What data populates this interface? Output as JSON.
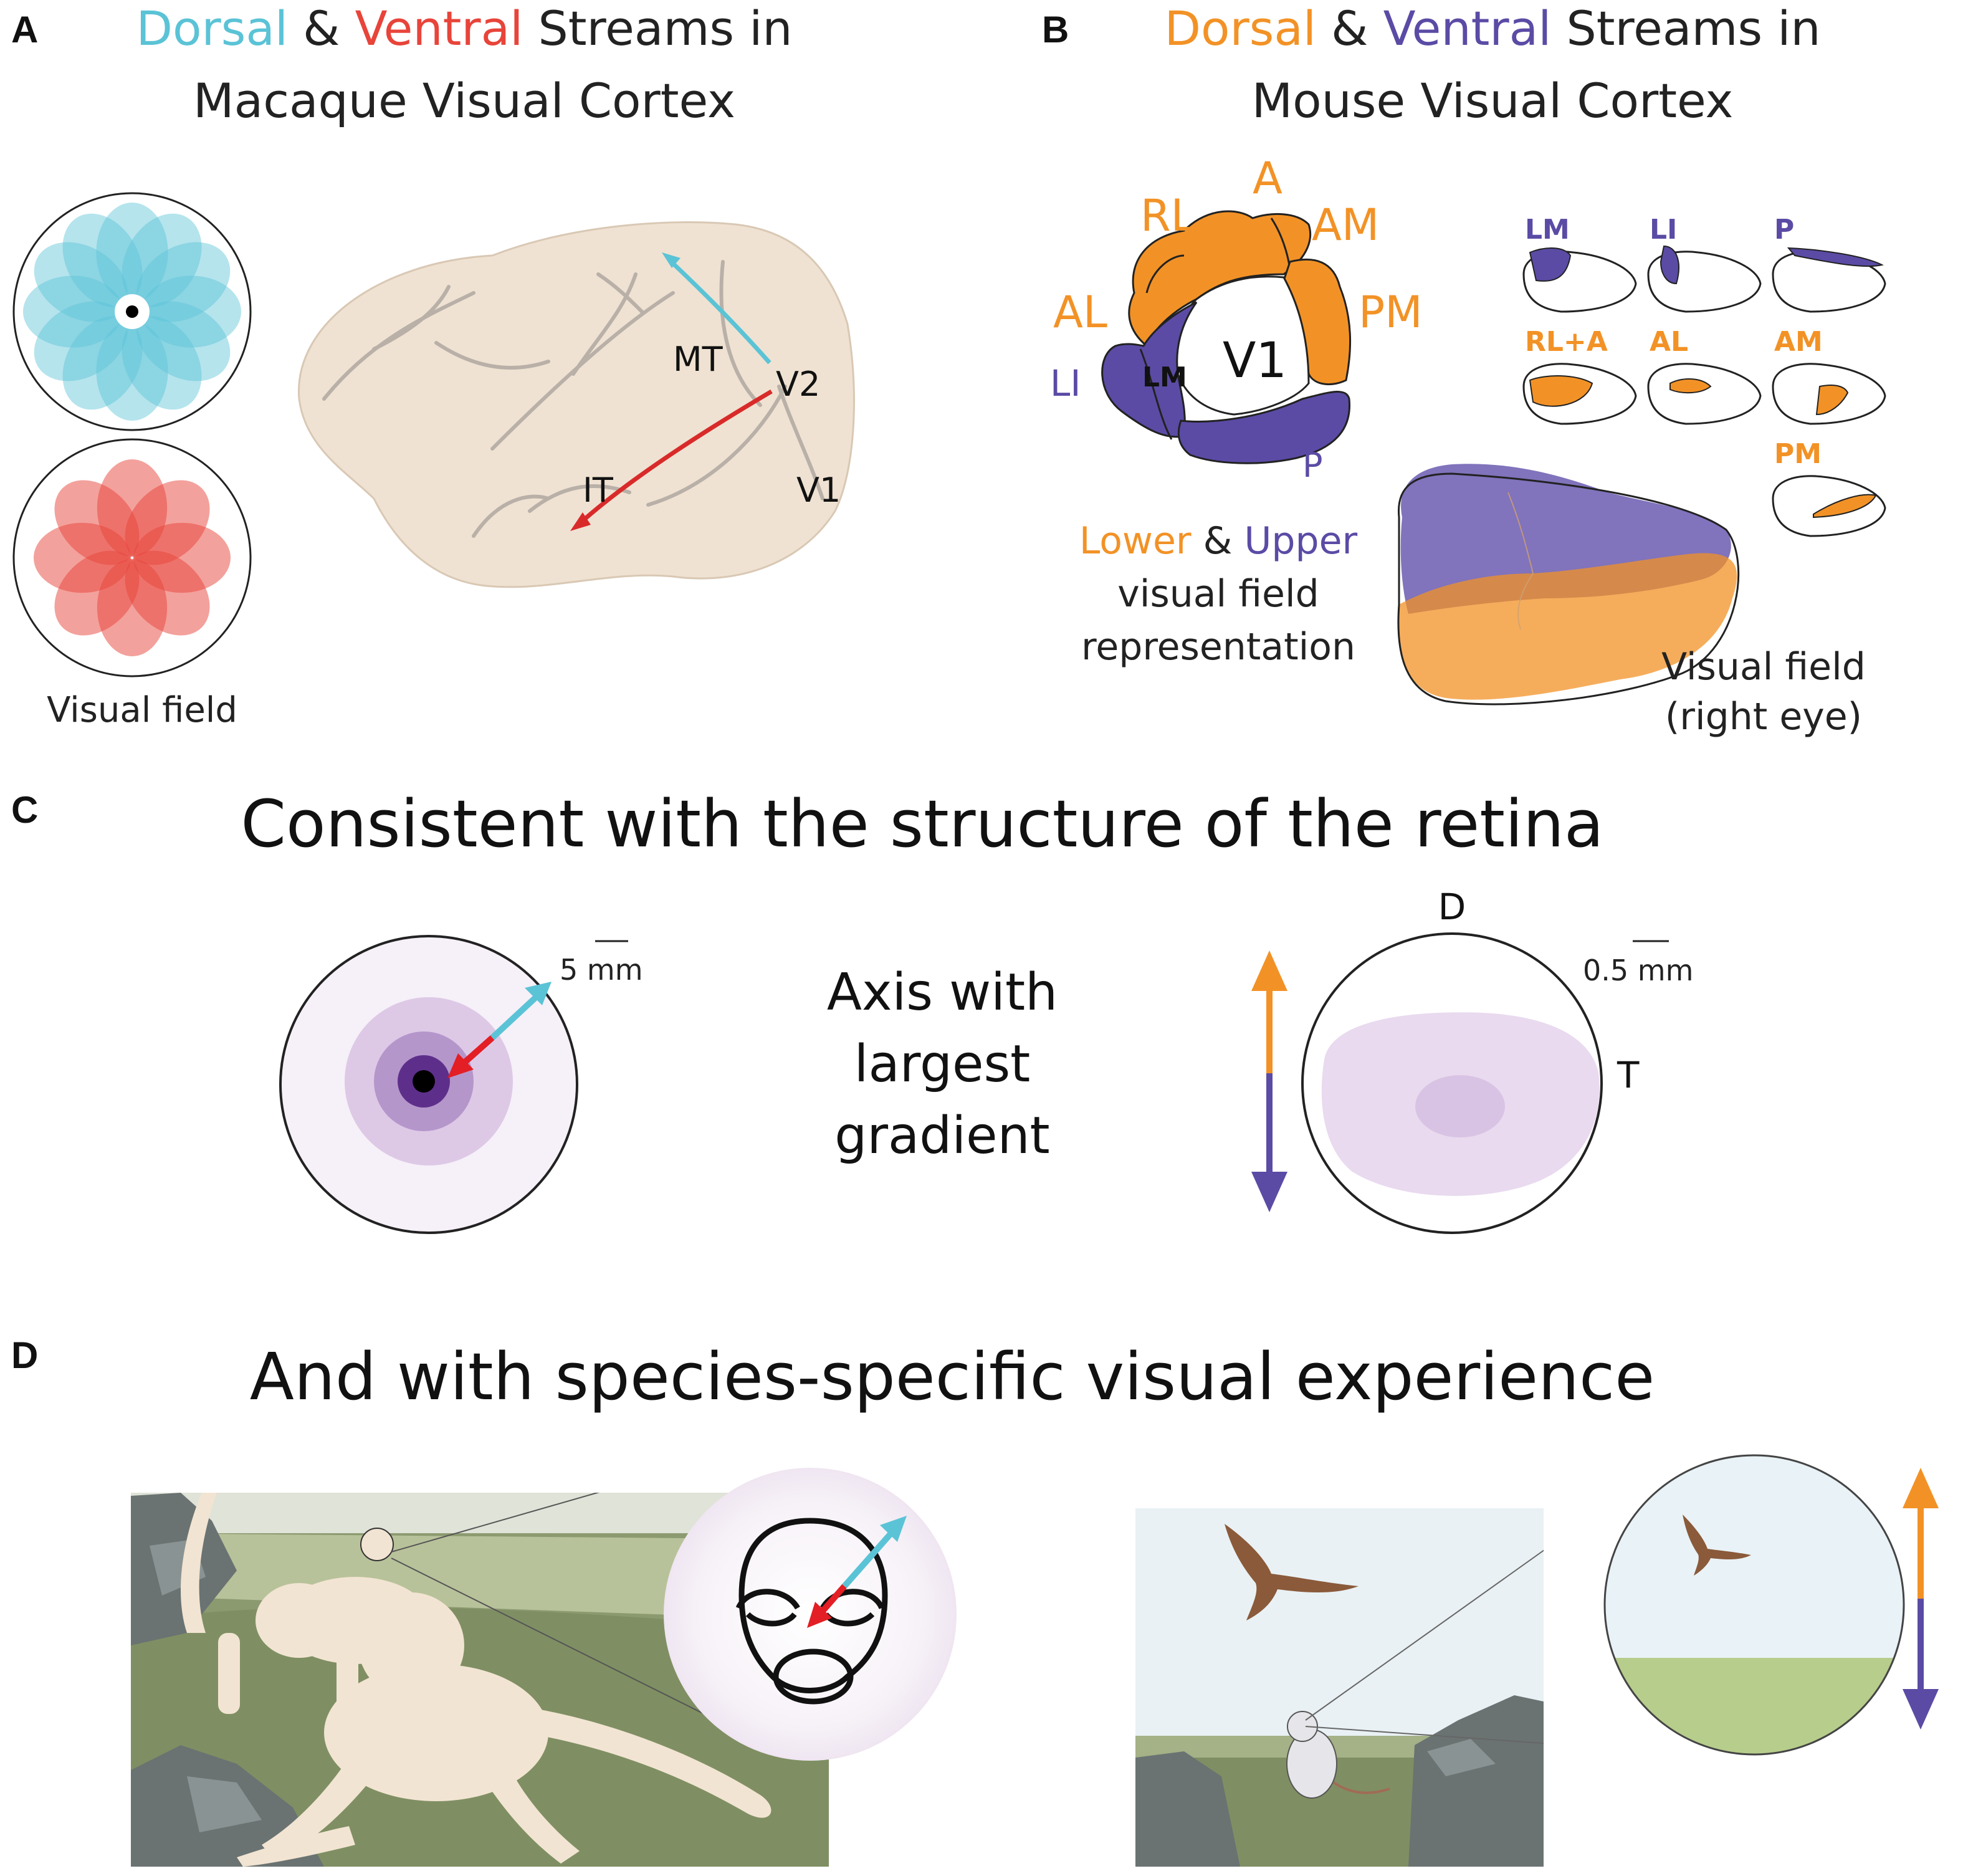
{
  "colors": {
    "dorsal_cyan": "#5bc3d6",
    "ventral_red": "#e8443a",
    "mouse_dorsal_orange": "#f29226",
    "mouse_ventral_purple": "#5b4ba5",
    "retina_purple": "#7b4fa0",
    "brain_beige": "#efe2d2",
    "grass_green": "#8a9a6a"
  },
  "panel_a": {
    "letter": "A",
    "title_dorsal": "Dorsal",
    "title_amp": "&",
    "title_ventral": "Ventral",
    "title_rest_line1": "Streams in",
    "title_line2": "Macaque Visual Cortex",
    "label_mt": "MT",
    "label_v2": "V2",
    "label_it": "IT",
    "label_v1": "V1",
    "visual_field": "Visual field"
  },
  "panel_b": {
    "letter": "B",
    "title_dorsal": "Dorsal",
    "title_amp": "&",
    "title_ventral": "Ventral",
    "title_rest_line1": "Streams in",
    "title_line2": "Mouse Visual Cortex",
    "areas": {
      "a": "A",
      "rl": "RL",
      "am": "AM",
      "al": "AL",
      "pm": "PM",
      "li": "LI",
      "lm": "LM",
      "v1": "V1",
      "p": "P"
    },
    "mini_labels": [
      "LM",
      "LI",
      "P",
      "RL+A",
      "AL",
      "AM",
      "PM"
    ],
    "legend_lower": "Lower",
    "legend_amp": "&",
    "legend_upper": "Upper",
    "legend_line2": "visual field",
    "legend_line3": "representation",
    "vf_line1": "Visual field",
    "vf_line2": "(right eye)"
  },
  "panel_c": {
    "letter": "C",
    "title": "Consistent with the structure of the retina",
    "scale_macaque": "5 mm",
    "axis_line1": "Axis with",
    "axis_line2": "largest",
    "axis_line3": "gradient",
    "label_d": "D",
    "label_t": "T",
    "scale_mouse": "0.5 mm"
  },
  "panel_d": {
    "letter": "D",
    "title": "And with species-specific visual experience"
  }
}
